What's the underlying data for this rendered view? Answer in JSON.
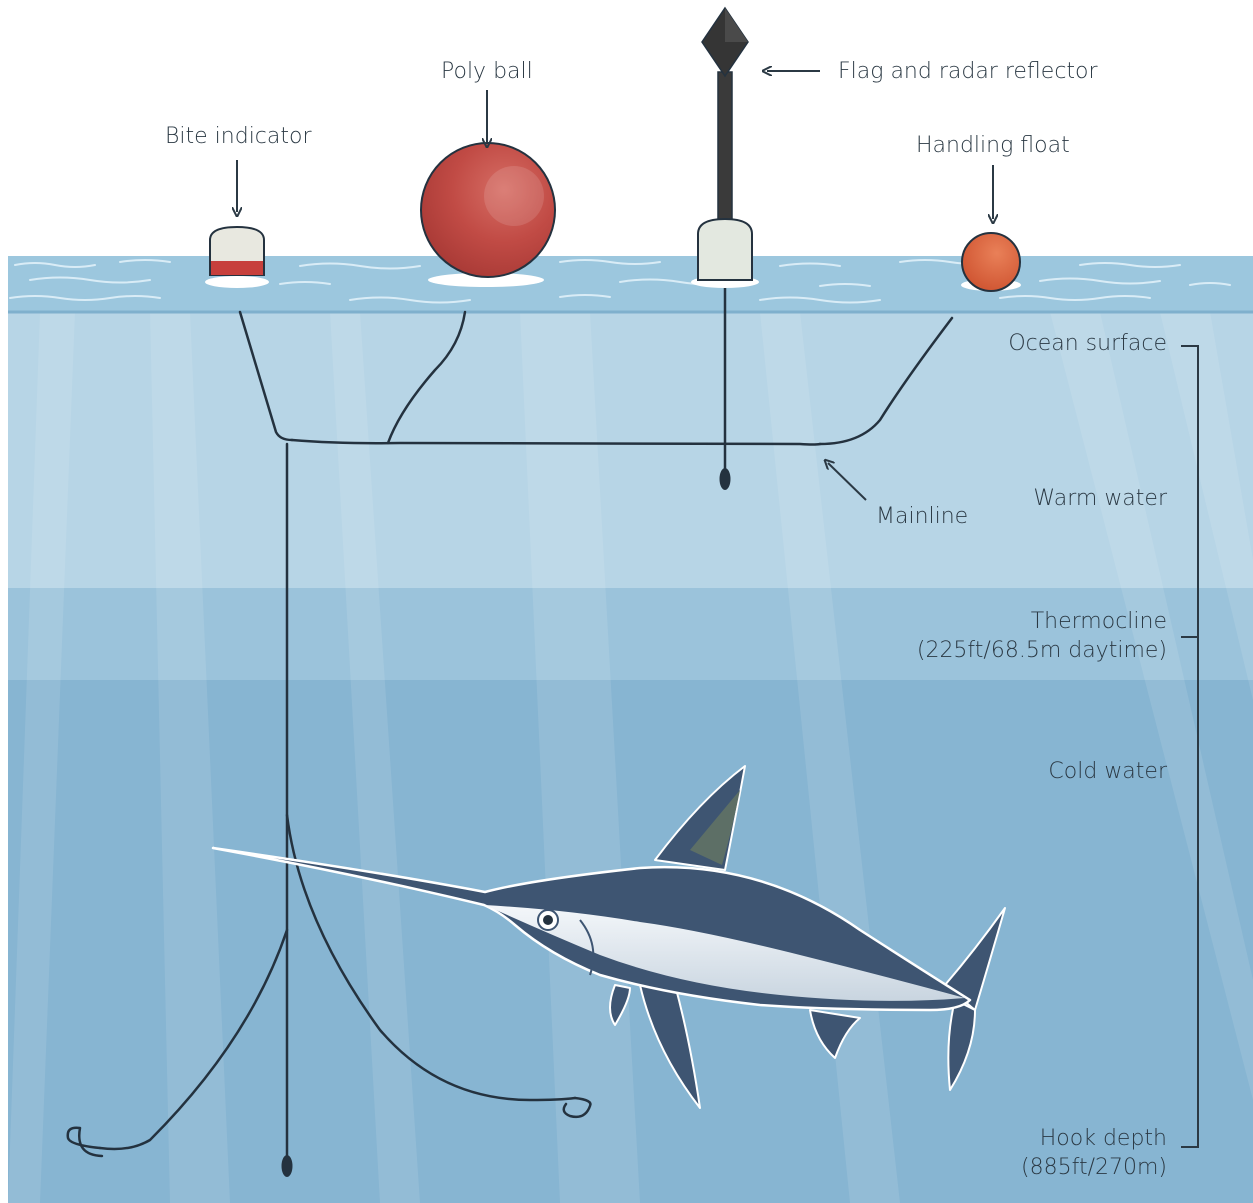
{
  "labels": {
    "bite_indicator": "Bite indicator",
    "poly_ball": "Poly ball",
    "flag_radar": "Flag and radar reflector",
    "handling_float": "Handling float",
    "mainline": "Mainline"
  },
  "depth_scale": {
    "ocean_surface": "Ocean surface",
    "warm_water": "Warm water",
    "thermocline": "Thermocline",
    "thermocline_depth": "(225ft/68.5m daytime)",
    "cold_water": "Cold water",
    "hook_depth": "Hook depth",
    "hook_depth_value": "(885ft/270m)"
  },
  "colors": {
    "warm_water": "#b7d5e6",
    "thermocline": "#9bc3db",
    "cold_water": "#87b5d2",
    "line": "#24323f",
    "poly_ball": "#c14b45",
    "handling_float": "#d85f3a",
    "bite_band": "#c7403c",
    "fish_back": "#3e5572",
    "fish_belly": "#e8eef4"
  }
}
